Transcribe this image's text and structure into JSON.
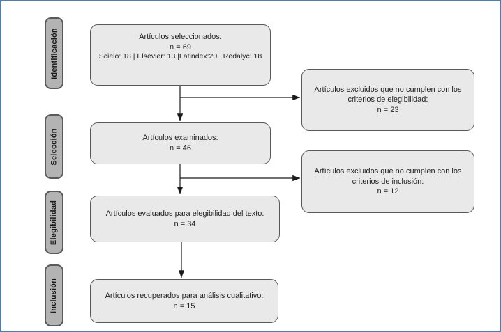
{
  "diagram": {
    "type": "prisma-flowchart",
    "stages": [
      {
        "label": "Identificación"
      },
      {
        "label": "Selección"
      },
      {
        "label": "Elegibilidad"
      },
      {
        "label": "Inclusión"
      }
    ],
    "flow_boxes": [
      {
        "title": "Artículos seleccionados:",
        "count": "n = 69",
        "detail": "Scielo: 18 | Elsevier: 13 |Latindex:20 | Redalyc: 18"
      },
      {
        "title": "Artículos examinados:",
        "count": "n = 46"
      },
      {
        "title": "Artículos evaluados para elegibilidad del texto:",
        "count": "n = 34"
      },
      {
        "title": "Artículos recuperados para análisis cualitativo:",
        "count": "n = 15"
      }
    ],
    "exclusion_boxes": [
      {
        "title": "Artículos excluidos que no cumplen con los criterios de elegibilidad:",
        "count": "n = 23"
      },
      {
        "title": "Artículos excluidos que no cumplen con los criterios de inclusión:",
        "count": "n = 12"
      }
    ],
    "colors": {
      "page_border": "#4f7dab",
      "box_fill": "#e9e9e9",
      "box_border": "#595959",
      "stage_fill": "#b3b3b3",
      "arrow": "#1a1a1a"
    }
  }
}
